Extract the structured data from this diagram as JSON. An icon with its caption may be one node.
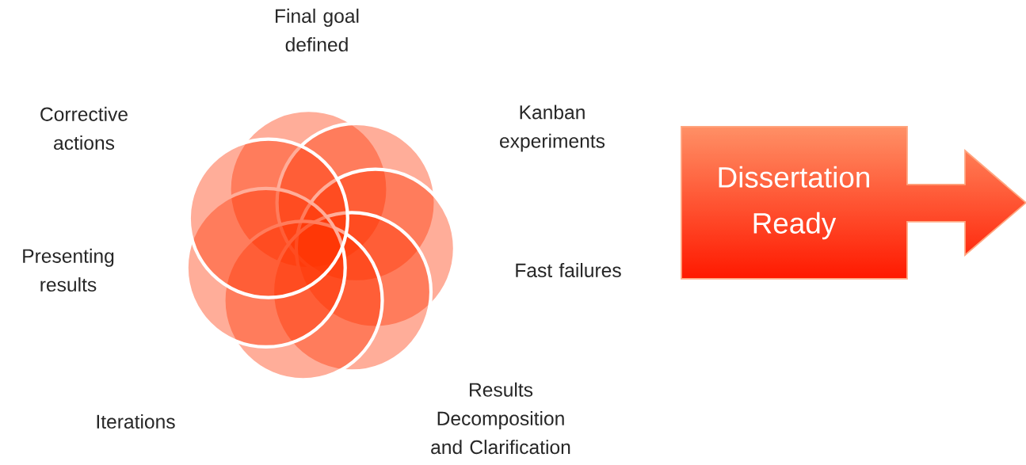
{
  "diagram": {
    "nodes": [
      {
        "text": [
          "Dissertation Ready"
        ]
      }
    ],
    "edges": [],
    "labels": [
      "Final goal defined",
      "Corrective actions",
      "Kanban experiments",
      "Presenting results",
      "Fast failures",
      "Iterations",
      "Results Decomposition and Clarification"
    ]
  }
}
